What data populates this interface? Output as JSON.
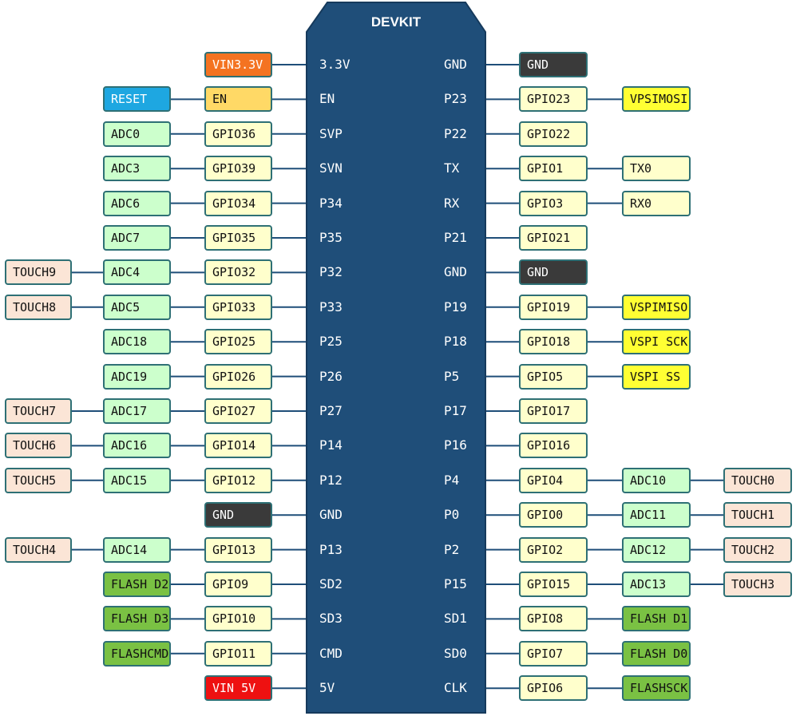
{
  "board": {
    "title": "DEVKIT",
    "fill": "#1f4e79"
  },
  "colors": {
    "gpio": "#ffffcc",
    "adc": "#ccffcc",
    "touch": "#fbe5d6",
    "flash": "#7ac143",
    "vspi": "#ffff33",
    "gnd": "#3a3a3a",
    "v33": "#f47321",
    "en": "#ffd966",
    "reset": "#1ea7e1",
    "v5": "#ee1111",
    "border": "#2e7075",
    "wire": "#1f4e79"
  },
  "left_rows": [
    {
      "pin": "3.3V",
      "boxes": [
        {
          "text": "VIN3.3V",
          "type": "v33"
        }
      ]
    },
    {
      "pin": "EN",
      "boxes": [
        {
          "text": "EN",
          "type": "en"
        },
        {
          "text": "RESET",
          "type": "reset"
        }
      ]
    },
    {
      "pin": "SVP",
      "boxes": [
        {
          "text": "GPIO36",
          "type": "gpio"
        },
        {
          "text": "ADC0",
          "type": "adc"
        }
      ]
    },
    {
      "pin": "SVN",
      "boxes": [
        {
          "text": "GPIO39",
          "type": "gpio"
        },
        {
          "text": "ADC3",
          "type": "adc"
        }
      ]
    },
    {
      "pin": "P34",
      "boxes": [
        {
          "text": "GPIO34",
          "type": "gpio"
        },
        {
          "text": "ADC6",
          "type": "adc"
        }
      ]
    },
    {
      "pin": "P35",
      "boxes": [
        {
          "text": "GPIO35",
          "type": "gpio"
        },
        {
          "text": "ADC7",
          "type": "adc"
        }
      ]
    },
    {
      "pin": "P32",
      "boxes": [
        {
          "text": "GPIO32",
          "type": "gpio"
        },
        {
          "text": "ADC4",
          "type": "adc"
        },
        {
          "text": "TOUCH9",
          "type": "touch"
        }
      ]
    },
    {
      "pin": "P33",
      "boxes": [
        {
          "text": "GPIO33",
          "type": "gpio"
        },
        {
          "text": "ADC5",
          "type": "adc"
        },
        {
          "text": "TOUCH8",
          "type": "touch"
        }
      ]
    },
    {
      "pin": "P25",
      "boxes": [
        {
          "text": "GPIO25",
          "type": "gpio"
        },
        {
          "text": "ADC18",
          "type": "adc"
        }
      ]
    },
    {
      "pin": "P26",
      "boxes": [
        {
          "text": "GPIO26",
          "type": "gpio"
        },
        {
          "text": "ADC19",
          "type": "adc"
        }
      ]
    },
    {
      "pin": "P27",
      "boxes": [
        {
          "text": "GPIO27",
          "type": "gpio"
        },
        {
          "text": "ADC17",
          "type": "adc"
        },
        {
          "text": "TOUCH7",
          "type": "touch"
        }
      ]
    },
    {
      "pin": "P14",
      "boxes": [
        {
          "text": "GPIO14",
          "type": "gpio"
        },
        {
          "text": "ADC16",
          "type": "adc"
        },
        {
          "text": "TOUCH6",
          "type": "touch"
        }
      ]
    },
    {
      "pin": "P12",
      "boxes": [
        {
          "text": "GPIO12",
          "type": "gpio"
        },
        {
          "text": "ADC15",
          "type": "adc"
        },
        {
          "text": "TOUCH5",
          "type": "touch"
        }
      ]
    },
    {
      "pin": "GND",
      "boxes": [
        {
          "text": "GND",
          "type": "gnd"
        }
      ]
    },
    {
      "pin": "P13",
      "boxes": [
        {
          "text": "GPIO13",
          "type": "gpio"
        },
        {
          "text": "ADC14",
          "type": "adc"
        },
        {
          "text": "TOUCH4",
          "type": "touch"
        }
      ]
    },
    {
      "pin": "SD2",
      "boxes": [
        {
          "text": "GPIO9",
          "type": "gpio"
        },
        {
          "text": "FLASH D2",
          "type": "flash"
        }
      ]
    },
    {
      "pin": "SD3",
      "boxes": [
        {
          "text": "GPIO10",
          "type": "gpio"
        },
        {
          "text": "FLASH D3",
          "type": "flash"
        }
      ]
    },
    {
      "pin": "CMD",
      "boxes": [
        {
          "text": "GPIO11",
          "type": "gpio"
        },
        {
          "text": "FLASHCMD",
          "type": "flash"
        }
      ]
    },
    {
      "pin": "5V",
      "boxes": [
        {
          "text": "VIN 5V",
          "type": "v5"
        }
      ]
    }
  ],
  "right_rows": [
    {
      "pin": "GND",
      "boxes": [
        {
          "text": "GND",
          "type": "gnd"
        }
      ]
    },
    {
      "pin": "P23",
      "boxes": [
        {
          "text": "GPIO23",
          "type": "gpio"
        },
        {
          "text": "VPSIMOSI",
          "type": "vspi"
        }
      ]
    },
    {
      "pin": "P22",
      "boxes": [
        {
          "text": "GPIO22",
          "type": "gpio"
        }
      ]
    },
    {
      "pin": "TX",
      "boxes": [
        {
          "text": "GPIO1",
          "type": "gpio"
        },
        {
          "text": "TX0",
          "type": "gpio"
        }
      ]
    },
    {
      "pin": "RX",
      "boxes": [
        {
          "text": "GPIO3",
          "type": "gpio"
        },
        {
          "text": "RX0",
          "type": "gpio"
        }
      ]
    },
    {
      "pin": "P21",
      "boxes": [
        {
          "text": "GPIO21",
          "type": "gpio"
        }
      ]
    },
    {
      "pin": "GND",
      "boxes": [
        {
          "text": "GND",
          "type": "gnd"
        }
      ]
    },
    {
      "pin": "P19",
      "boxes": [
        {
          "text": "GPIO19",
          "type": "gpio"
        },
        {
          "text": "VSPIMISO",
          "type": "vspi"
        }
      ]
    },
    {
      "pin": "P18",
      "boxes": [
        {
          "text": "GPIO18",
          "type": "gpio"
        },
        {
          "text": "VSPI SCK",
          "type": "vspi"
        }
      ]
    },
    {
      "pin": "P5",
      "boxes": [
        {
          "text": "GPIO5",
          "type": "gpio"
        },
        {
          "text": "VSPI SS",
          "type": "vspi"
        }
      ]
    },
    {
      "pin": "P17",
      "boxes": [
        {
          "text": "GPIO17",
          "type": "gpio"
        }
      ]
    },
    {
      "pin": "P16",
      "boxes": [
        {
          "text": "GPIO16",
          "type": "gpio"
        }
      ]
    },
    {
      "pin": "P4",
      "boxes": [
        {
          "text": "GPIO4",
          "type": "gpio"
        },
        {
          "text": "ADC10",
          "type": "adc"
        },
        {
          "text": "TOUCH0",
          "type": "touch"
        }
      ]
    },
    {
      "pin": "P0",
      "boxes": [
        {
          "text": "GPIO0",
          "type": "gpio"
        },
        {
          "text": "ADC11",
          "type": "adc"
        },
        {
          "text": "TOUCH1",
          "type": "touch"
        }
      ]
    },
    {
      "pin": "P2",
      "boxes": [
        {
          "text": "GPIO2",
          "type": "gpio"
        },
        {
          "text": "ADC12",
          "type": "adc"
        },
        {
          "text": "TOUCH2",
          "type": "touch"
        }
      ]
    },
    {
      "pin": "P15",
      "boxes": [
        {
          "text": "GPIO15",
          "type": "gpio"
        },
        {
          "text": "ADC13",
          "type": "adc"
        },
        {
          "text": "TOUCH3",
          "type": "touch"
        }
      ]
    },
    {
      "pin": "SD1",
      "boxes": [
        {
          "text": "GPIO8",
          "type": "gpio"
        },
        {
          "text": "FLASH D1",
          "type": "flash"
        }
      ]
    },
    {
      "pin": "SD0",
      "boxes": [
        {
          "text": "GPIO7",
          "type": "gpio"
        },
        {
          "text": "FLASH D0",
          "type": "flash"
        }
      ]
    },
    {
      "pin": "CLK",
      "boxes": [
        {
          "text": "GPIO6",
          "type": "gpio"
        },
        {
          "text": "FLASHSCK",
          "type": "flash"
        }
      ]
    }
  ]
}
